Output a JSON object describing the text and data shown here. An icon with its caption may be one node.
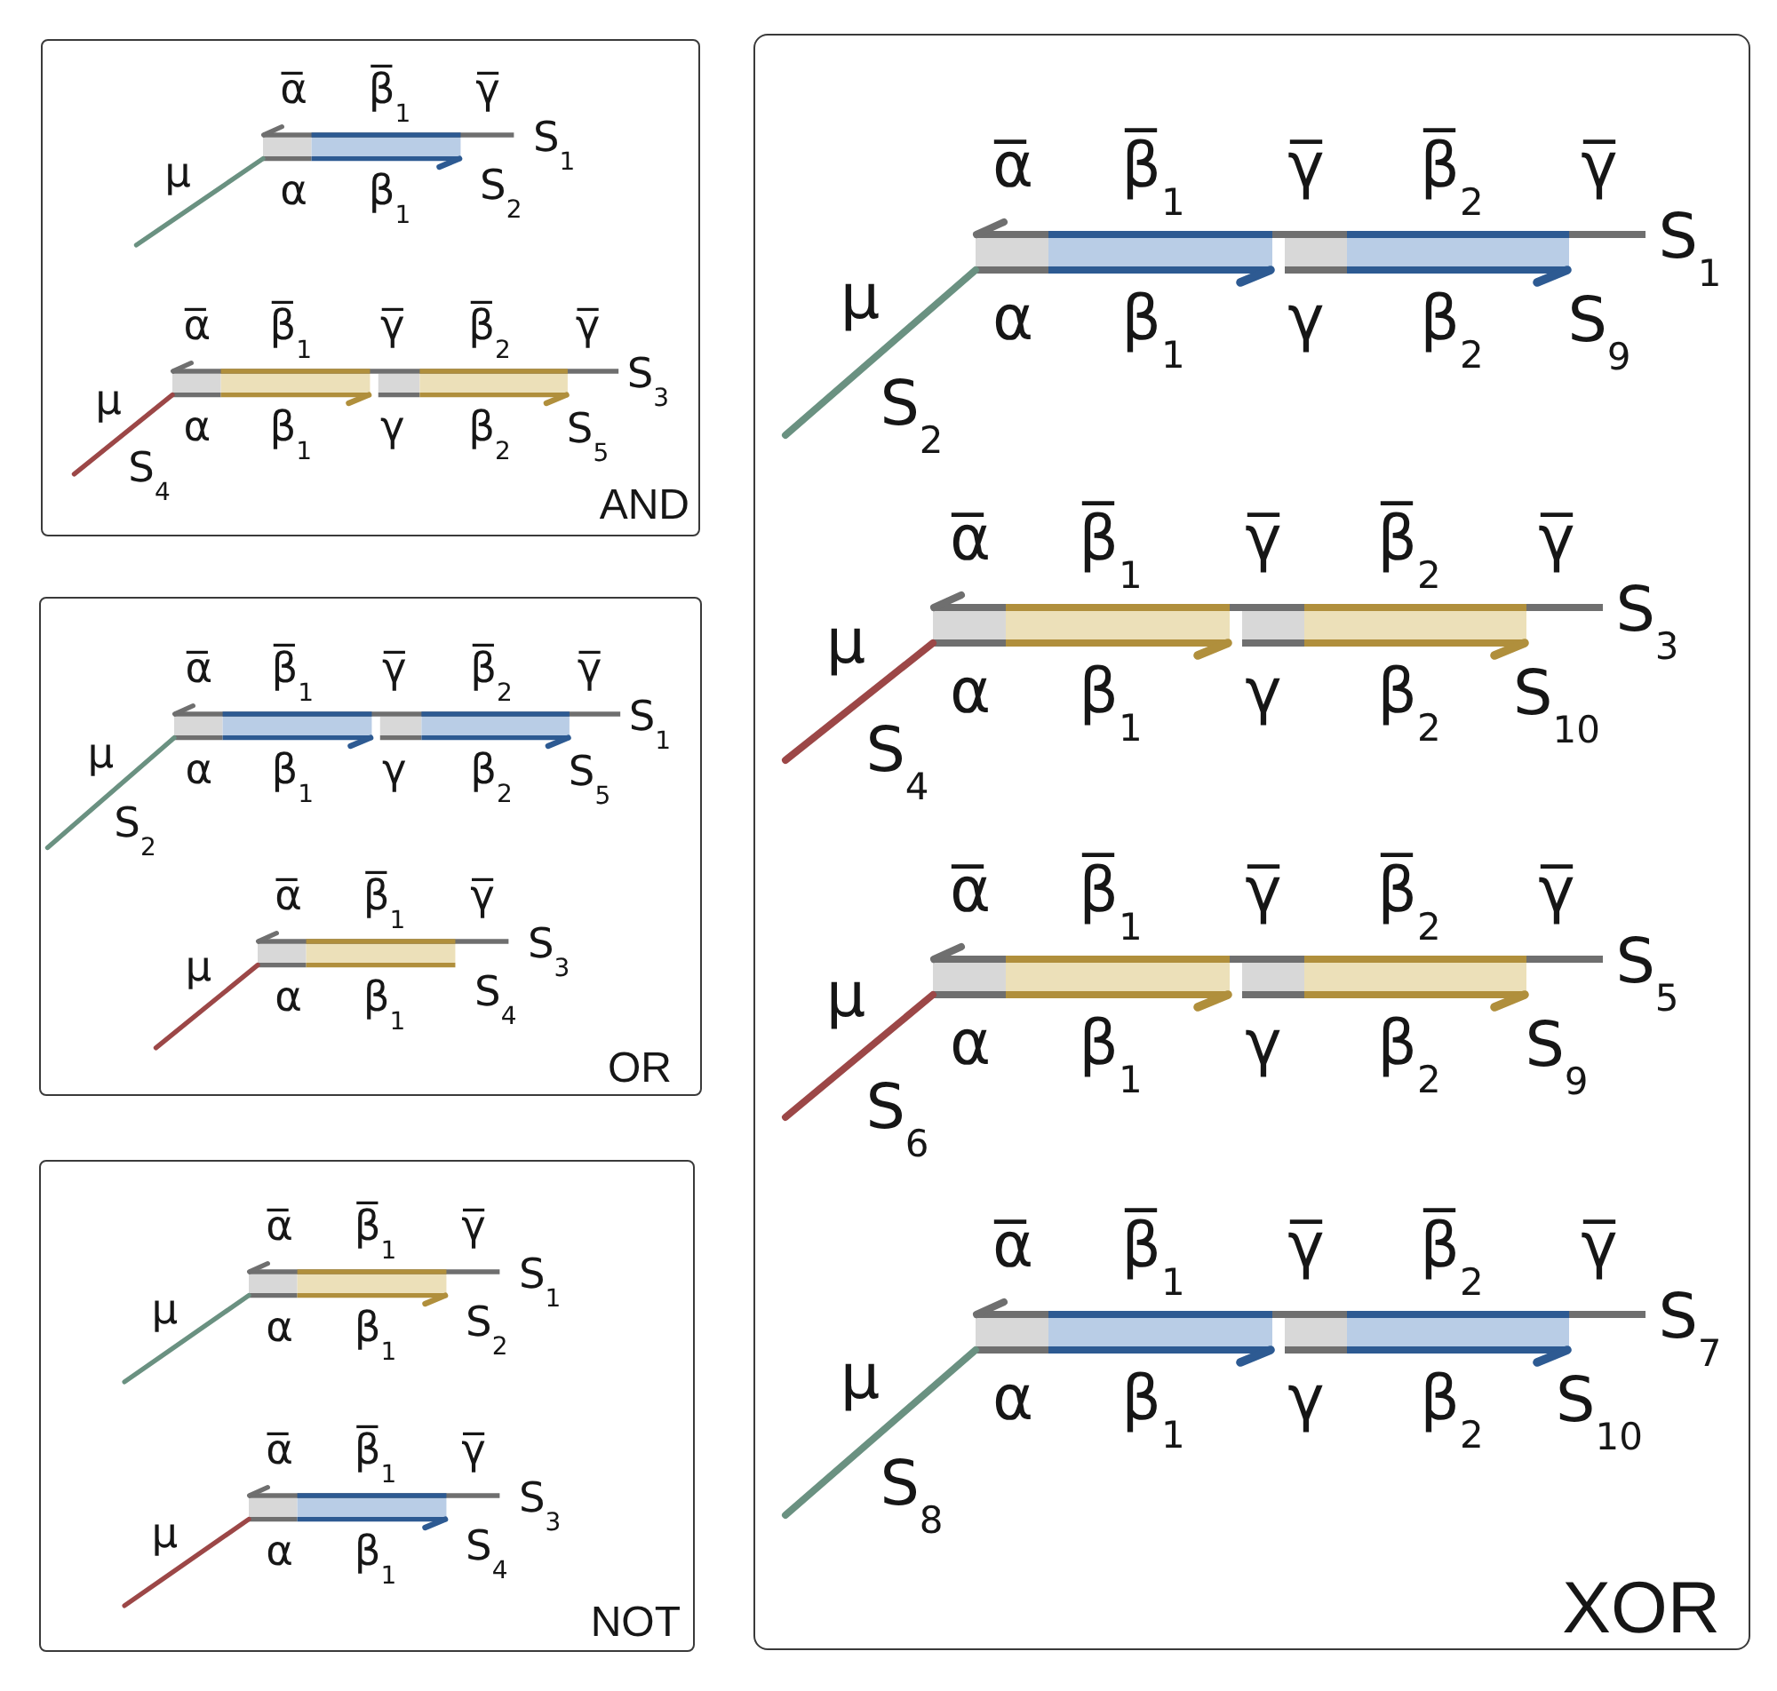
{
  "diagram": {
    "nodes": [
      {
        "text": [
          "AND"
        ]
      },
      {
        "text": [
          "OR"
        ]
      },
      {
        "text": [
          "NOT"
        ]
      },
      {
        "text": [
          "XOR"
        ]
      }
    ],
    "labels": [
      "α̅",
      "β̅$_{1}$",
      "γ̅",
      "S$_{1}$",
      "μ",
      "α",
      "β$_{1}$",
      "S$_{2}$",
      "α̅",
      "β̅$_{1}$",
      "γ̅",
      "β̅$_{2}$",
      "γ̅",
      "S$_{3}$",
      "μ",
      "α",
      "β$_{1}$",
      "γ",
      "β$_{2}$",
      "S$_{5}$",
      "S$_{4}$",
      "α̅",
      "β̅$_{1}$",
      "γ̅",
      "β̅$_{2}$",
      "γ̅",
      "S$_{1}$",
      "μ",
      "α",
      "β$_{1}$",
      "γ",
      "β$_{2}$",
      "S$_{5}$",
      "S$_{2}$",
      "α̅",
      "β̅$_{1}$",
      "γ̅",
      "S$_{3}$",
      "μ",
      "α",
      "β$_{1}$",
      "S$_{4}$",
      "α̅",
      "β̅$_{1}$",
      "γ̅",
      "S$_{1}$",
      "μ",
      "α",
      "β$_{1}$",
      "S$_{2}$",
      "α̅",
      "β̅$_{1}$",
      "γ̅",
      "S$_{3}$",
      "μ",
      "α",
      "β$_{1}$",
      "S$_{4}$",
      "α̅",
      "β̅$_{1}$",
      "γ̅",
      "β̅$_{2}$",
      "γ̅",
      "S$_{1}$",
      "μ",
      "α",
      "β$_{1}$",
      "γ",
      "β$_{2}$",
      "S$_{9}$",
      "S$_{2}$",
      "α̅",
      "β̅$_{1}$",
      "γ̅",
      "β̅$_{2}$",
      "γ̅",
      "S$_{3}$",
      "μ",
      "α",
      "β$_{1}$",
      "γ",
      "β$_{2}$",
      "S$_{10}$",
      "S$_{4}$",
      "α̅",
      "β̅$_{1}$",
      "γ̅",
      "β̅$_{2}$",
      "γ̅",
      "S$_{5}$",
      "μ",
      "α",
      "β$_{1}$",
      "γ",
      "β$_{2}$",
      "S$_{9}$",
      "S$_{6}$",
      "α̅",
      "β̅$_{1}$",
      "γ̅",
      "β̅$_{2}$",
      "γ̅",
      "S$_{7}$",
      "μ",
      "α",
      "β$_{1}$",
      "γ",
      "β$_{2}$",
      "S$_{10}$",
      "S$_{8}$"
    ]
  }
}
